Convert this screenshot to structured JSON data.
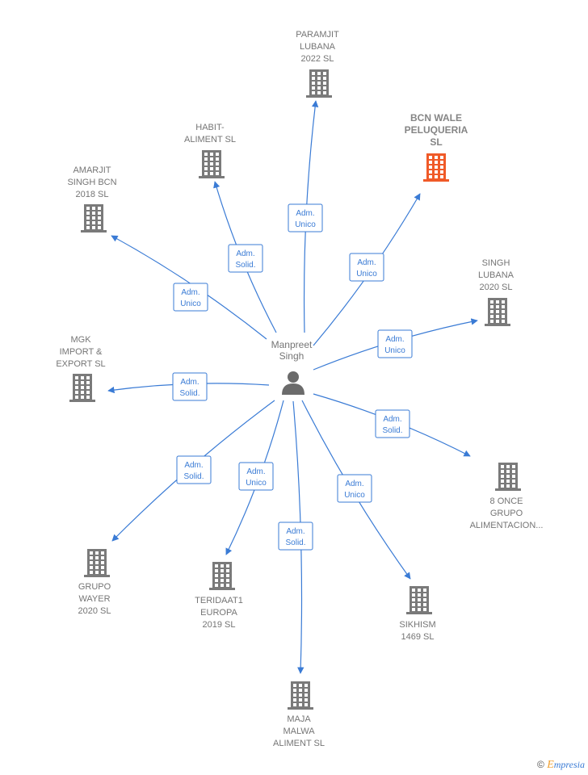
{
  "center": {
    "name": "Manpreet\nSingh",
    "icon": "person-icon",
    "color": "#6b6b6b"
  },
  "colors": {
    "edge": "#3a7bd5",
    "building": "#7a7a7a",
    "highlight": "#f05a28"
  },
  "companies": [
    {
      "id": "paramjit",
      "name": "PARAMJIT\nLUBANA\n2022  SL",
      "role": "Adm.\nUnico",
      "highlight": false
    },
    {
      "id": "bcn",
      "name": "BCN WALE\nPELUQUERIA\nSL",
      "role": "Adm.\nUnico",
      "highlight": true
    },
    {
      "id": "habit",
      "name": "HABIT-\nALIMENT  SL",
      "role": "Adm.\nSolid.",
      "highlight": false
    },
    {
      "id": "amarjit",
      "name": "AMARJIT\nSINGH BCN\n2018  SL",
      "role": "Adm.\nUnico",
      "highlight": false
    },
    {
      "id": "singh",
      "name": "SINGH\nLUBANA\n2020  SL",
      "role": "Adm.\nUnico",
      "highlight": false
    },
    {
      "id": "mgk",
      "name": "MGK\nIMPORT &\nEXPORT  SL",
      "role": "Adm.\nSolid.",
      "highlight": false
    },
    {
      "id": "once",
      "name": "8 ONCE\nGRUPO\nALIMENTACION...",
      "role": "Adm.\nSolid.",
      "highlight": false
    },
    {
      "id": "wayer",
      "name": "GRUPO\nWAYER\n2020  SL",
      "role": "Adm.\nSolid.",
      "highlight": false
    },
    {
      "id": "teridaat",
      "name": "TERIDAAT1\nEUROPA\n2019  SL",
      "role": "Adm.\nUnico",
      "highlight": false
    },
    {
      "id": "sikhism",
      "name": "SIKHISM\n1469  SL",
      "role": "Adm.\nUnico",
      "highlight": false
    },
    {
      "id": "maja",
      "name": "MAJA\nMALWA\nALIMENT  SL",
      "role": "Adm.\nSolid.",
      "highlight": false
    }
  ],
  "watermark": {
    "copyright": "©",
    "brand_initial": "E",
    "brand_rest": "mpresia"
  }
}
